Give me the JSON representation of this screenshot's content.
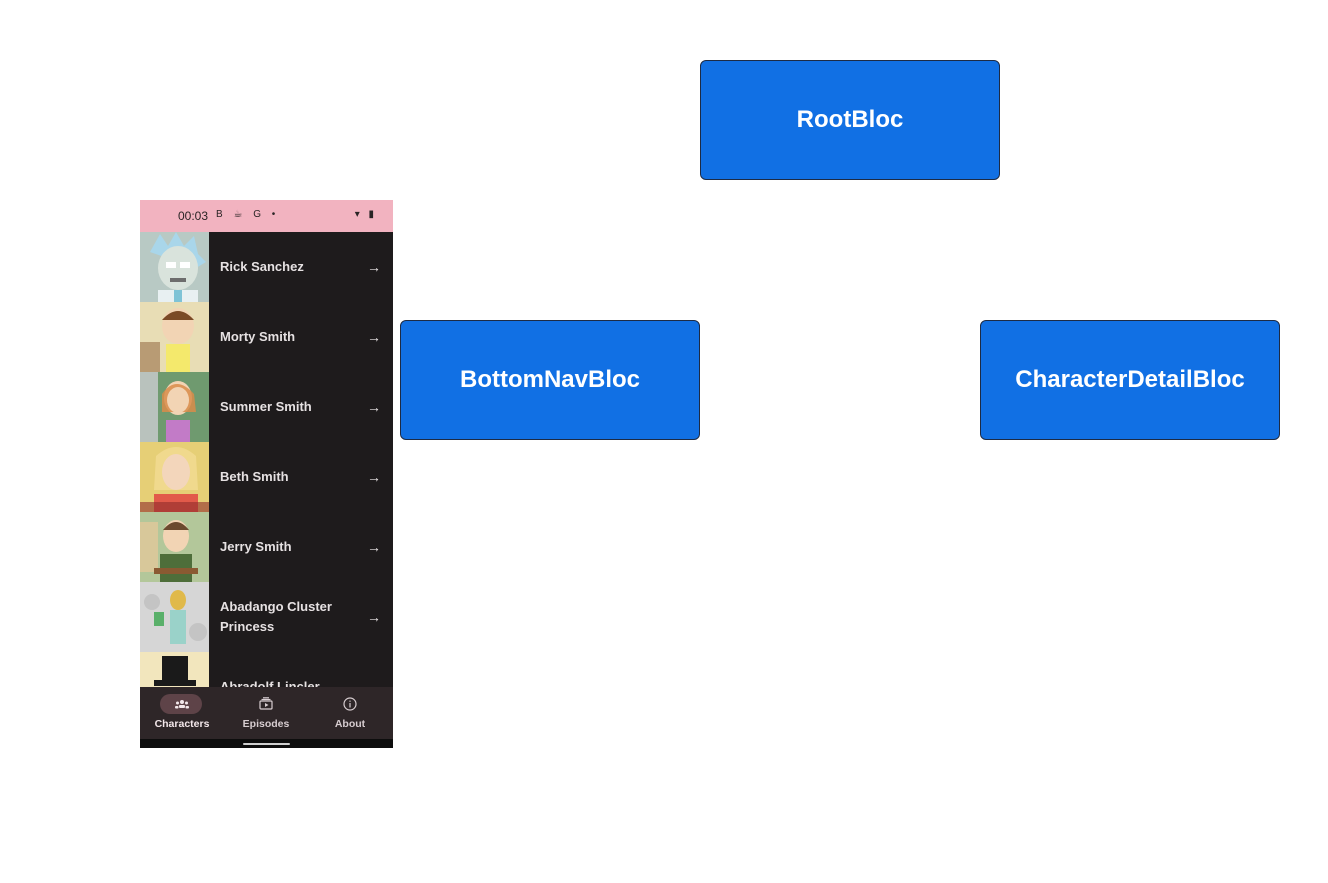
{
  "diagram": {
    "nodes": [
      {
        "id": "root",
        "label": "RootBloc"
      },
      {
        "id": "bottom",
        "label": "BottomNavBloc"
      },
      {
        "id": "detail",
        "label": "CharacterDetailBloc"
      }
    ]
  },
  "phone": {
    "status": {
      "time": "00:03",
      "left_icons": "B ☕ G •",
      "right_icons": "▾ ▮"
    },
    "characters": [
      {
        "name": "Rick Sanchez"
      },
      {
        "name": "Morty Smith"
      },
      {
        "name": "Summer Smith"
      },
      {
        "name": "Beth Smith"
      },
      {
        "name": "Jerry Smith"
      },
      {
        "name": "Abadango Cluster Princess"
      },
      {
        "name": "Abradolf Lincler"
      }
    ],
    "arrow_icon": "arrow-right-icon",
    "nav": [
      {
        "label": "Characters",
        "icon": "people-icon",
        "selected": true
      },
      {
        "label": "Episodes",
        "icon": "episodes-icon",
        "selected": false
      },
      {
        "label": "About",
        "icon": "info-icon",
        "selected": false
      }
    ]
  },
  "colors": {
    "node_fill": "#1170e4",
    "status_bar": "#f2b3c0",
    "list_bg": "#1e1b1c",
    "nav_bg": "#2e2628",
    "nav_selected_pill": "#5e4348"
  }
}
